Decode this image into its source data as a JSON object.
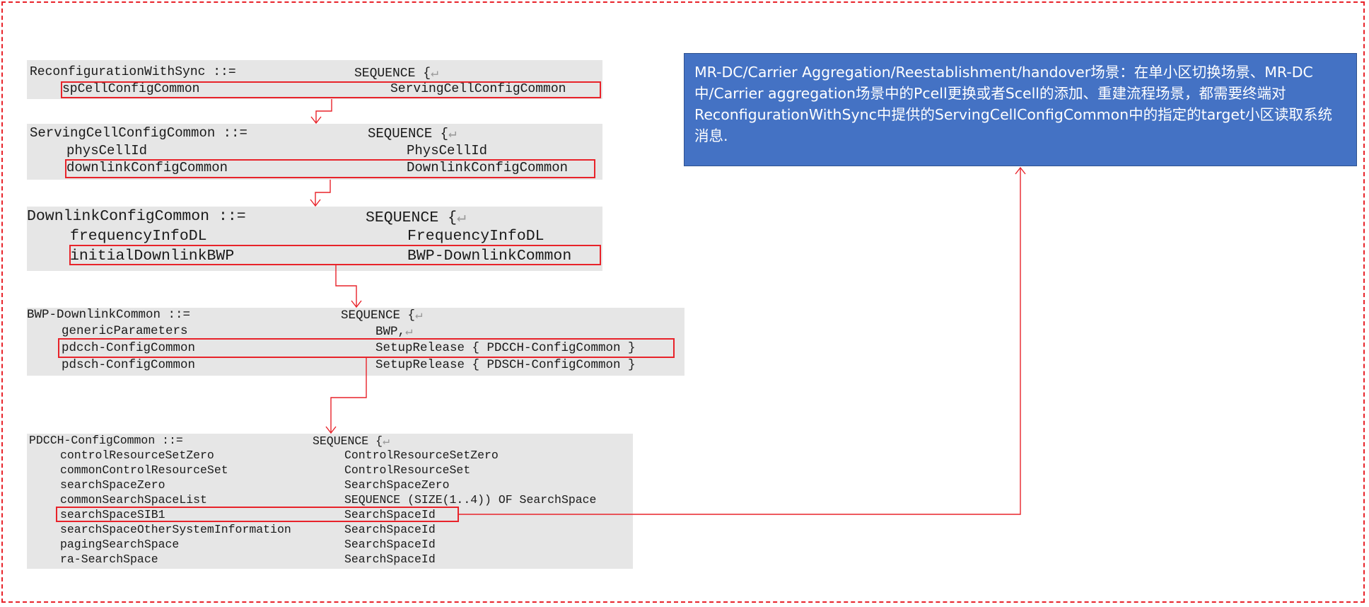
{
  "blocks": {
    "b1": {
      "l1": {
        "name": "ReconfigurationWithSync ::=",
        "type": "SEQUENCE {"
      },
      "l2": {
        "name": "spCellConfigCommon",
        "type": "ServingCellConfigCommon"
      }
    },
    "b2": {
      "l1": {
        "name": "ServingCellConfigCommon ::=",
        "type": "SEQUENCE {"
      },
      "l2": {
        "name": "physCellId",
        "type": "PhysCellId"
      },
      "l3": {
        "name": "downlinkConfigCommon",
        "type": "DownlinkConfigCommon"
      }
    },
    "b3": {
      "l1": {
        "name": "DownlinkConfigCommon ::=",
        "type": "SEQUENCE {"
      },
      "l2": {
        "name": "frequencyInfoDL",
        "type": "FrequencyInfoDL"
      },
      "l3": {
        "name": "initialDownlinkBWP",
        "type": "BWP-DownlinkCommon"
      }
    },
    "b4": {
      "l1": {
        "name": "BWP-DownlinkCommon ::=",
        "type": "SEQUENCE {"
      },
      "l2": {
        "name": "genericParameters",
        "type": "BWP,"
      },
      "l3": {
        "name": "pdcch-ConfigCommon",
        "type": "SetupRelease { PDCCH-ConfigCommon }"
      },
      "l4": {
        "name": "pdsch-ConfigCommon",
        "type": "SetupRelease { PDSCH-ConfigCommon }"
      }
    },
    "b5": {
      "l1": {
        "name": "PDCCH-ConfigCommon ::=",
        "type": "SEQUENCE {"
      },
      "l2": {
        "name": "controlResourceSetZero",
        "type": "ControlResourceSetZero"
      },
      "l3": {
        "name": "commonControlResourceSet",
        "type": "ControlResourceSet"
      },
      "l4": {
        "name": "searchSpaceZero",
        "type": "SearchSpaceZero"
      },
      "l5": {
        "name": "commonSearchSpaceList",
        "type": "SEQUENCE (SIZE(1..4)) OF SearchSpace"
      },
      "l6": {
        "name": "searchSpaceSIB1",
        "type": "SearchSpaceId"
      },
      "l7": {
        "name": "searchSpaceOtherSystemInformation",
        "type": "SearchSpaceId"
      },
      "l8": {
        "name": "pagingSearchSpace",
        "type": "SearchSpaceId"
      },
      "l9": {
        "name": "ra-SearchSpace",
        "type": "SearchSpaceId"
      }
    }
  },
  "return_mark": "↵",
  "note": {
    "text": "MR-DC/Carrier Aggregation/Reestablishment/handover场景：在单小区切换场景、MR-DC中/Carrier aggregation场景中的Pcell更换或者Scell的添加、重建流程场景，都需要终端对ReconfigurationWithSync中提供的ServingCellConfigCommon中的指定的target小区读取系统消息."
  },
  "colors": {
    "highlight": "#e8232a",
    "code_background": "#e6e6e6",
    "note_background": "#4472c4",
    "note_text": "#ffffff"
  }
}
